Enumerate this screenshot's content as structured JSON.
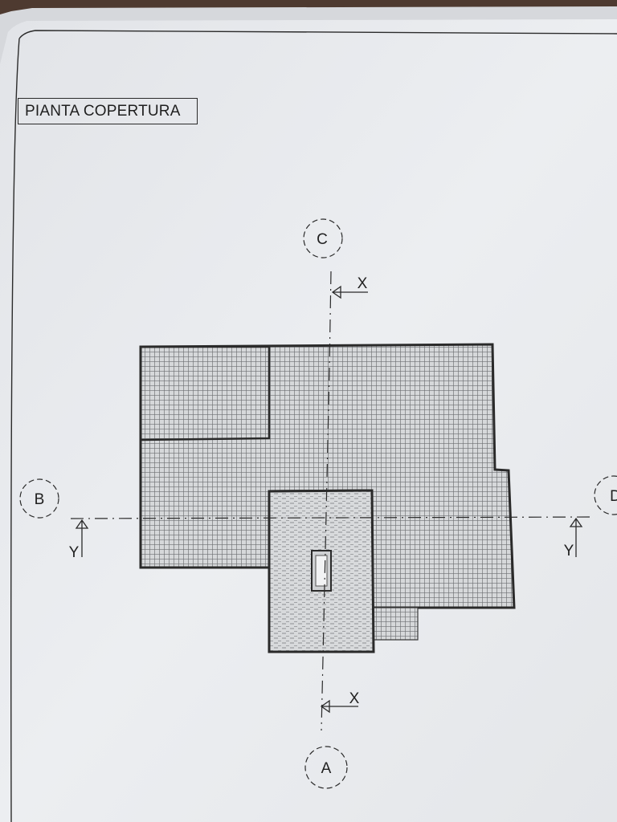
{
  "title": "PIANTA COPERTURA",
  "axes": {
    "top": "C",
    "bottom": "A",
    "left": "B",
    "right": "D"
  },
  "sections": {
    "vertical": "X",
    "horizontal": "Y"
  },
  "colors": {
    "paper": "#e9ebee",
    "paper_shadow": "#d9dbdf",
    "ink": "#2a2a2a",
    "roof_fill": "#d4d6d8",
    "background": "#5a4438"
  }
}
